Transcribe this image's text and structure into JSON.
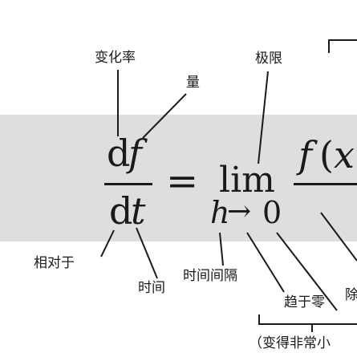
{
  "equation": {
    "num_d": "d",
    "num_f": "f",
    "den_d": "d",
    "den_t": "t",
    "equals": "=",
    "lim": "lim",
    "lim_h": "h",
    "lim_arrow": "→",
    "lim_zero": "0",
    "rhs_f": "f",
    "rhs_paren": "(",
    "rhs_x": "x"
  },
  "annotations": {
    "rate_of_change": "变化率",
    "quantity": "量",
    "limit": "极限",
    "relative_to": "相对于",
    "time": "时间",
    "time_interval": "时间间隔",
    "tends_to_zero": "趋于零",
    "becomes_very_small": "（变得非常小",
    "divide_partial": "除"
  }
}
